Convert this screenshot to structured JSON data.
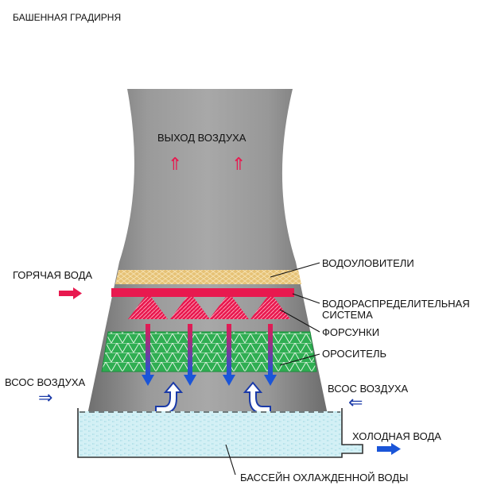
{
  "title": "БАШЕННАЯ ГРАДИРНЯ",
  "labels": {
    "air_out": "ВЫХОД ВОЗДУХА",
    "hot_water": "ГОРЯЧАЯ ВОДА",
    "drift_eliminators": "ВОДОУЛОВИТЕЛИ",
    "distribution_line1": "ВОДОРАСПРЕДЕЛИТЕЛЬНАЯ",
    "distribution_line2": "СИСТЕМА",
    "nozzles": "ФОРСУНКИ",
    "fill": "ОРОСИТЕЛЬ",
    "air_in_left": "ВСОС ВОЗДУХА",
    "air_in_right": "ВСОС ВОЗДУХА",
    "cold_water": "ХОЛОДНАЯ ВОДА",
    "basin": "БАССЕЙН ОХЛАЖДЕННОЙ ВОДЫ"
  },
  "symbols": {
    "up_arrow": "⇑",
    "right_arrow": "⇒",
    "left_arrow": "⇐"
  },
  "colors": {
    "tower_shell": "#8e8e8e",
    "drift_band": "#e8c373",
    "distribution_pipe": "#e8194f",
    "fill_mesh": "#22aa4a",
    "hot_water_arrow": "#e8194f",
    "cold_water_arrow": "#1a55d8",
    "air_arrow": "#1a3aa8",
    "basin_water": "#cfeef4"
  },
  "icons": [
    "up-arrow-icon",
    "right-arrow-icon",
    "left-arrow-icon",
    "curved-up-arrow-icon",
    "nozzle-icon"
  ]
}
